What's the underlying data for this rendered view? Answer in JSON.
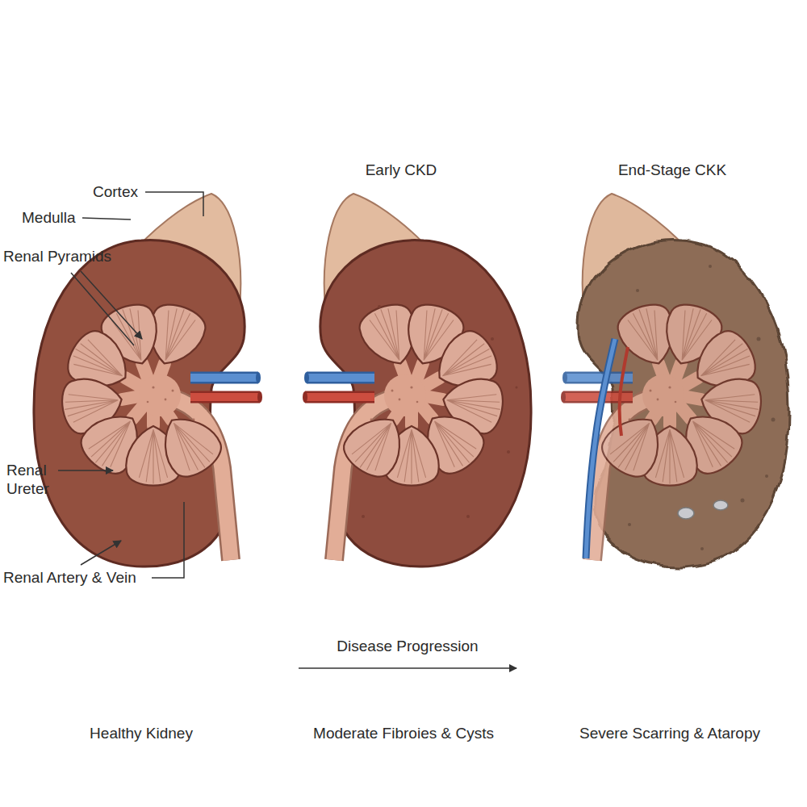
{
  "diagram": {
    "labels": [
      "Cortex",
      "Medulla",
      "Renal Pyramids",
      "Renal Ureter",
      "Renal Artery & Vein",
      "Early CKD",
      "End-Stage CKK",
      "Disease Progression",
      "Healthy Kidney",
      "Moderate Fibroies & Cysts",
      "Severe Scarring & Ataropy"
    ]
  }
}
